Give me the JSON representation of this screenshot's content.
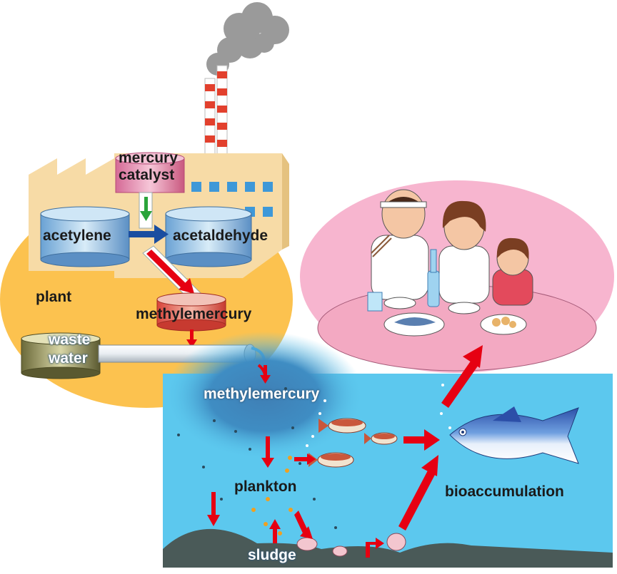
{
  "labels": {
    "mercury": "mercury",
    "catalyst": "catalyst",
    "acetylene": "acetylene",
    "acetaldehyde": "acetaldehyde",
    "plant": "plant",
    "methylmercury_plant": "methylemercury",
    "waste": "waste",
    "water": "water",
    "methylmercury_sea": "methylemercury",
    "plankton": "plankton",
    "sludge": "sludge",
    "bioaccumulation": "bioaccumulation"
  },
  "colors": {
    "plant_ellipse": "#fcc24f",
    "factory_wall": "#f7dba6",
    "family_ellipse": "#f7b5cf",
    "sea": "#5cc8ee",
    "sea_floor": "#4a5a58",
    "arrow_red": "#e60012",
    "arrow_blue": "#1a4ea0",
    "arrow_green": "#2aa43a",
    "tank_blue": "#6fa8d8",
    "tank_pink": "#d6739c"
  }
}
